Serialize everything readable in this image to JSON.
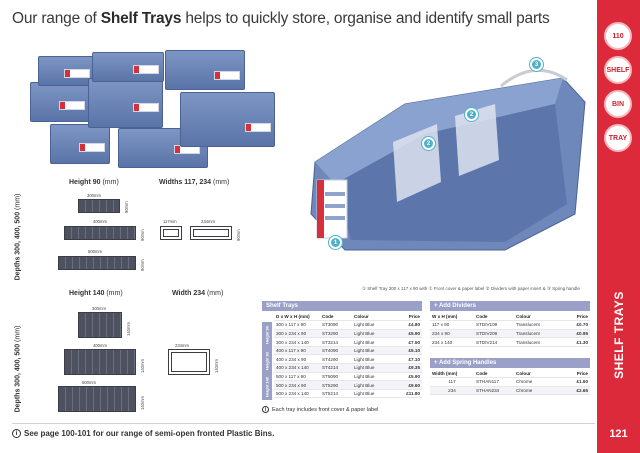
{
  "header": {
    "title_prefix": "Our range of ",
    "title_bold": "Shelf Trays",
    "title_suffix": " helps to quickly store, organise and identify small parts"
  },
  "sidebar": {
    "badges": [
      "110",
      "SHELF",
      "BIN",
      "TRAY"
    ],
    "section_label": "SHELF TRAYS",
    "page_number": "121",
    "color": "#dc2a3b"
  },
  "photo": {
    "hotspots": [
      "1",
      "2",
      "2",
      "3"
    ],
    "caption": "① Shelf Tray 300 x 117 x 90 with ① Front cover & paper label ② Dividers with paper insert & ③ Spring handle"
  },
  "drawings": {
    "height90": {
      "heading_bold": "Height 90",
      "heading_unit": " (mm)",
      "widths_bold": "Widths 117, 234",
      "widths_unit": " (mm)",
      "depths_bold": "Depths  300, 400, 500",
      "depths_unit": " (mm)",
      "dims": {
        "d300": "300mm",
        "d400": "400mm",
        "d500": "500mm",
        "h90": "90mm",
        "w117": "117mm",
        "w234": "234mm"
      }
    },
    "height140": {
      "heading_bold": "Height 140",
      "heading_unit": " (mm)",
      "width_bold": "Width 234",
      "width_unit": " (mm)",
      "depths_bold": "Depths  300, 400, 500",
      "depths_unit": " (mm)",
      "dims": {
        "d300": "300mm",
        "d400": "400mm",
        "d500": "500mm",
        "h140": "140mm",
        "w234": "234mm"
      }
    }
  },
  "shelf_trays": {
    "title": "Shelf Trays",
    "headers": [
      "D x W x H (mm)",
      "Code",
      "Colour",
      "Price"
    ],
    "groups": [
      "Height 90",
      "Height 90",
      "Height 140"
    ],
    "rows": [
      [
        "300 x 117 x 90",
        "ST3090",
        "Light Blue",
        "£4.80"
      ],
      [
        "300 x 234 x 90",
        "ST3290",
        "Light Blue",
        "£5.90"
      ],
      [
        "300 x 234 x 140",
        "ST3214",
        "Light Blue",
        "£7.50"
      ],
      [
        "400 x 117 x 90",
        "ST4090",
        "Light Blue",
        "£5.10"
      ],
      [
        "400 x 234 x 90",
        "ST4290",
        "Light Blue",
        "£7.10"
      ],
      [
        "400 x 234 x 140",
        "ST4214",
        "Light Blue",
        "£9.35"
      ],
      [
        "500 x 117 x 90",
        "ST5090",
        "Light Blue",
        "£5.90"
      ],
      [
        "500 x 234 x 90",
        "ST5290",
        "Light Blue",
        "£9.60"
      ],
      [
        "500 x 234 x 140",
        "ST5214",
        "Light Blue",
        "£11.80"
      ]
    ],
    "note": "Each tray includes front cover & paper label"
  },
  "dividers": {
    "title": "+ Add Dividers",
    "headers": [
      "W x H (mm)",
      "Code",
      "Colour",
      "Price"
    ],
    "rows": [
      [
        "117 x 90",
        "STDIV109",
        "Translucent",
        "£0.70"
      ],
      [
        "234 x 90",
        "STDIV209",
        "Translucent",
        "£0.95"
      ],
      [
        "234 x 140",
        "STDIV214",
        "Translucent",
        "£1.30"
      ]
    ]
  },
  "handles": {
    "title": "+ Add Spring Handles",
    "headers": [
      "Width (mm)",
      "Code",
      "Colour",
      "Price"
    ],
    "rows": [
      [
        "117",
        "STHAN117",
        "Chrome",
        "£1.60"
      ],
      [
        "234",
        "STHAN234",
        "Chrome",
        "£2.65"
      ]
    ]
  },
  "footer": {
    "text": "See page 100-101 for our range of semi-open fronted Plastic Bins."
  },
  "colors": {
    "accent_red": "#dc2a3b",
    "table_header": "#9aa0c8",
    "tray_blue": "#6c86b8",
    "hotspot": "#4fb1c7"
  }
}
